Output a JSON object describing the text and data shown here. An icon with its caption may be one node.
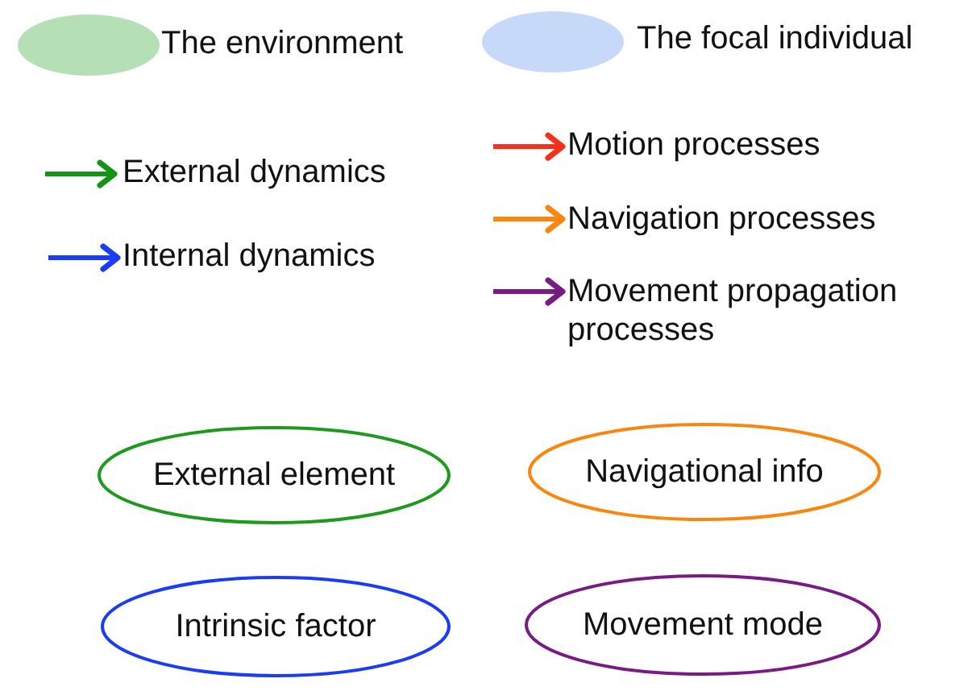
{
  "diagram": {
    "nodes": [
      {
        "text": [
          "External element"
        ]
      },
      {
        "text": [
          "Navigational info"
        ]
      },
      {
        "text": [
          "Intrinsic factor"
        ]
      },
      {
        "text": [
          "Movement mode"
        ]
      }
    ],
    "legend": [
      {
        "text": "The environment",
        "color": "#b5dfb5"
      },
      {
        "text": "The focal individual",
        "color": "#c7d9f8"
      },
      {
        "text": "External dynamics"
      },
      {
        "text": "Internal dynamics"
      },
      {
        "text": "Motion processes"
      },
      {
        "text": "Navigation processes"
      },
      {
        "text": "Movement propagation processes"
      }
    ]
  }
}
